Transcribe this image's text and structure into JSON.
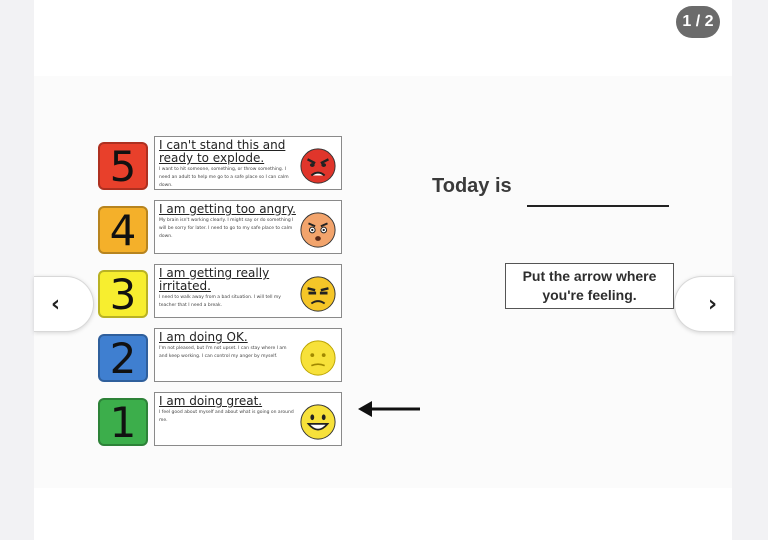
{
  "pager": {
    "label": "1 / 2"
  },
  "nav": {
    "prev": "‹",
    "next": "›"
  },
  "scale": [
    {
      "number": "5",
      "color": "#e8402b",
      "title": "I can't stand this and ready to explode.",
      "body": "I want to hit someone, something, or throw something. I need an adult to help me go to a safe place so I can calm down.",
      "face_color": "#e0352b",
      "face": "angry"
    },
    {
      "number": "4",
      "color": "#f4b02a",
      "title": "I am getting too angry.",
      "body": "My brain isn't working clearly. I might say or do something I will be sorry for later. I need to go to my safe place to calm down.",
      "face_color": "#f2a46c",
      "face": "annoyed"
    },
    {
      "number": "3",
      "color": "#f7ee2f",
      "title": "I am getting really irritated.",
      "body": "I need to walk away from a bad situation. I will tell my teacher that I need a break.",
      "face_color": "#f5c628",
      "face": "irritated"
    },
    {
      "number": "2",
      "color": "#3f7fd0",
      "title": "I am doing OK.",
      "body": "I'm not pleased, but I'm not upset. I can stay where I am and keep working. I can control my anger by myself.",
      "face_color": "#f7e13a",
      "face": "neutral"
    },
    {
      "number": "1",
      "color": "#3cae4b",
      "title": "I am doing great.",
      "body": "I feel good about myself and about what is going on around me.",
      "face_color": "#f7e13a",
      "face": "happy"
    }
  ],
  "today": {
    "label": "Today is"
  },
  "instruction": {
    "line1": "Put the arrow where",
    "line2": "you're feeling."
  }
}
